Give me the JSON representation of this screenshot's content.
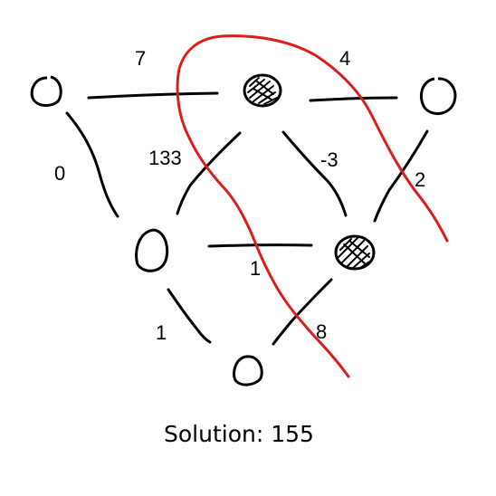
{
  "graph": {
    "weights": {
      "top_left": "7",
      "top_right": "4",
      "left_outer": "0",
      "left_inner": "133",
      "right_inner": "-3",
      "right_outer": "2",
      "middle": "1",
      "bottom_left": "1",
      "bottom_right": "8"
    },
    "colors": {
      "stroke": "#000000",
      "cut": "#dd1c1c",
      "background": "#ffffff"
    }
  },
  "solution": {
    "text": "Solution: 155"
  }
}
